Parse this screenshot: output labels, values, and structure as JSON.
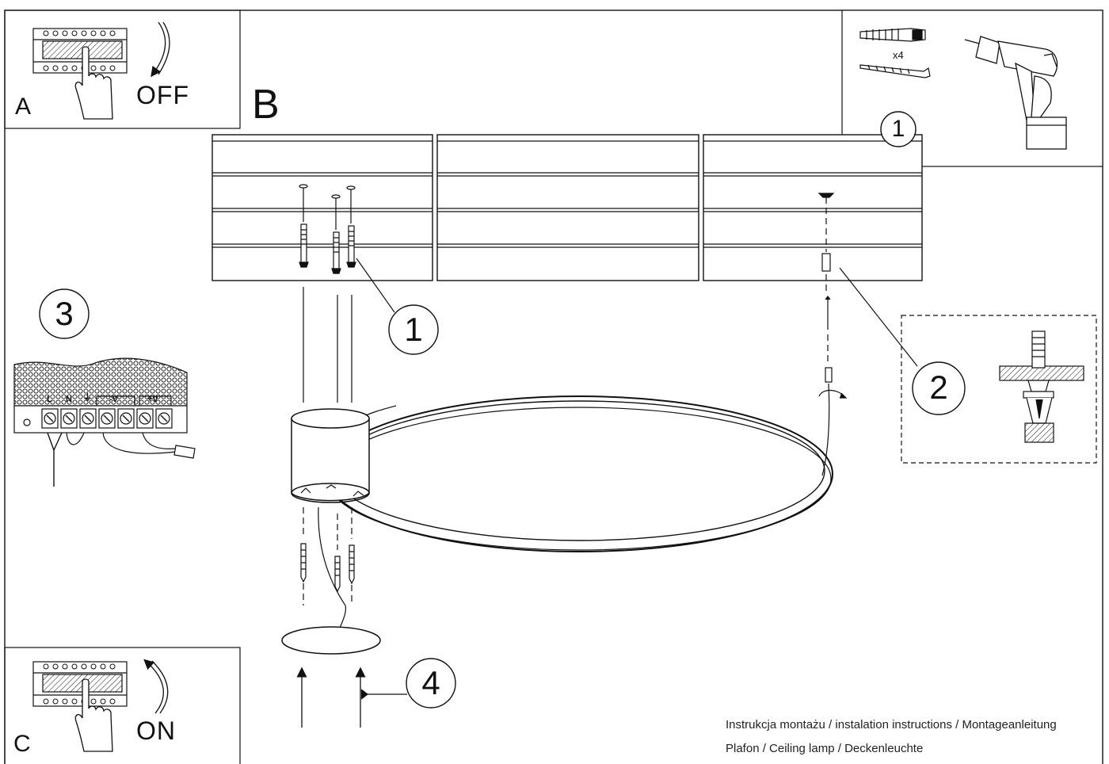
{
  "steps": {
    "off_panel": {
      "letter": "A",
      "word": "OFF"
    },
    "on_panel": {
      "letter": "C",
      "word": "ON"
    },
    "assembly": {
      "letter": "B"
    }
  },
  "callouts": {
    "tools": "1",
    "wall_plugs": "1",
    "suspension": "2",
    "wiring": "3",
    "cover": "4"
  },
  "tools": {
    "quantity": "x4"
  },
  "terminal_labels": [
    "L",
    "N",
    "⏚",
    "-V",
    "+V"
  ],
  "footer": {
    "line1": "Instrukcja montażu / instalation instructions / Montageanleitung",
    "line2": "Plafon / Ceiling lamp / Deckenleuchte"
  },
  "colors": {
    "ink": "#111111",
    "paper": "#ffffff"
  },
  "icons": [
    "breaker-icon",
    "hand-icon",
    "arrow-down-curved-icon",
    "arrow-up-curved-icon",
    "drill-icon",
    "wall-plug-icon",
    "screw-icon",
    "ceiling-hook-icon"
  ]
}
